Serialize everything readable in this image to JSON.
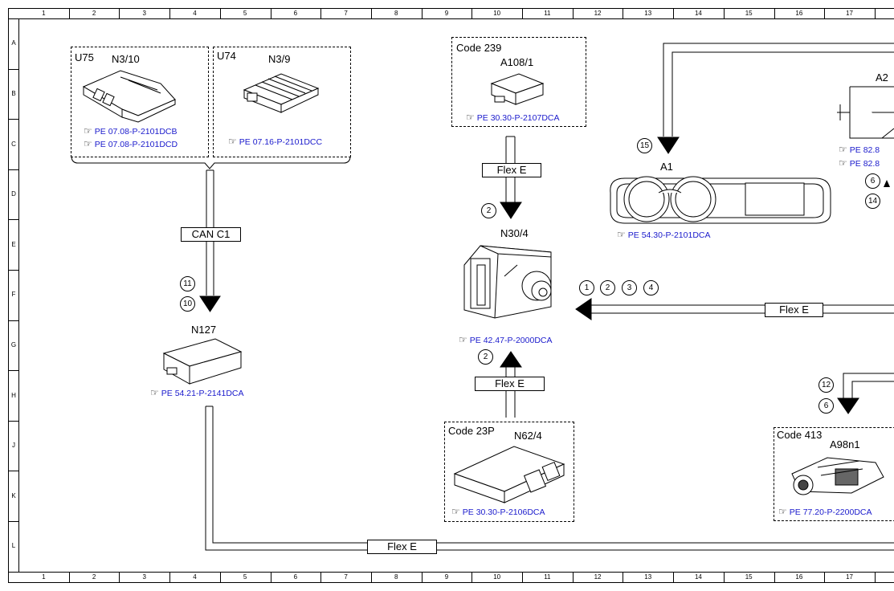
{
  "grid": {
    "columns": [
      "1",
      "2",
      "3",
      "4",
      "5",
      "6",
      "7",
      "8",
      "9",
      "10",
      "11",
      "12",
      "13",
      "14",
      "15",
      "16",
      "17"
    ],
    "rows": [
      "A",
      "B",
      "C",
      "D",
      "E",
      "F",
      "G",
      "H",
      "J",
      "K",
      "L"
    ]
  },
  "groups": {
    "u75_code": "U75",
    "u74_code": "U74",
    "code239": "Code 239",
    "code23p": "Code 23P",
    "code413": "Code 413"
  },
  "components": {
    "n3_10": "N3/10",
    "n3_9": "N3/9",
    "a108_1": "A108/1",
    "a1": "A1",
    "a2": "A2",
    "n30_4": "N30/4",
    "n127": "N127",
    "n62_4": "N62/4",
    "a98n1": "A98n1"
  },
  "refs": {
    "n3_10_a": "PE 07.08-P-2101DCB",
    "n3_10_b": "PE 07.08-P-2101DCD",
    "n3_9": "PE 07.16-P-2101DCC",
    "a108_1": "PE 30.30-P-2107DCA",
    "a1": "PE 54.30-P-2101DCA",
    "a2_a": "PE 82.8",
    "a2_b": "PE 82.8",
    "n30_4": "PE 42.47-P-2000DCA",
    "n127": "PE 54.21-P-2141DCA",
    "n62_4": "PE 30.30-P-2106DCA",
    "a98n1": "PE 77.20-P-2200DCA"
  },
  "buses": {
    "can_c1": "CAN C1",
    "flex_e_top": "Flex E",
    "flex_e_right": "Flex E",
    "flex_e_mid": "Flex E",
    "flex_e_bottom": "Flex E"
  },
  "signals": {
    "s15": "15",
    "s6_a2": "6",
    "s14": "14",
    "s2_top": "2",
    "s11": "11",
    "s10": "10",
    "s1": "1",
    "s2_right": "2",
    "s3": "3",
    "s4": "4",
    "s2_bottom": "2",
    "s12": "12",
    "s6_bottom": "6"
  }
}
